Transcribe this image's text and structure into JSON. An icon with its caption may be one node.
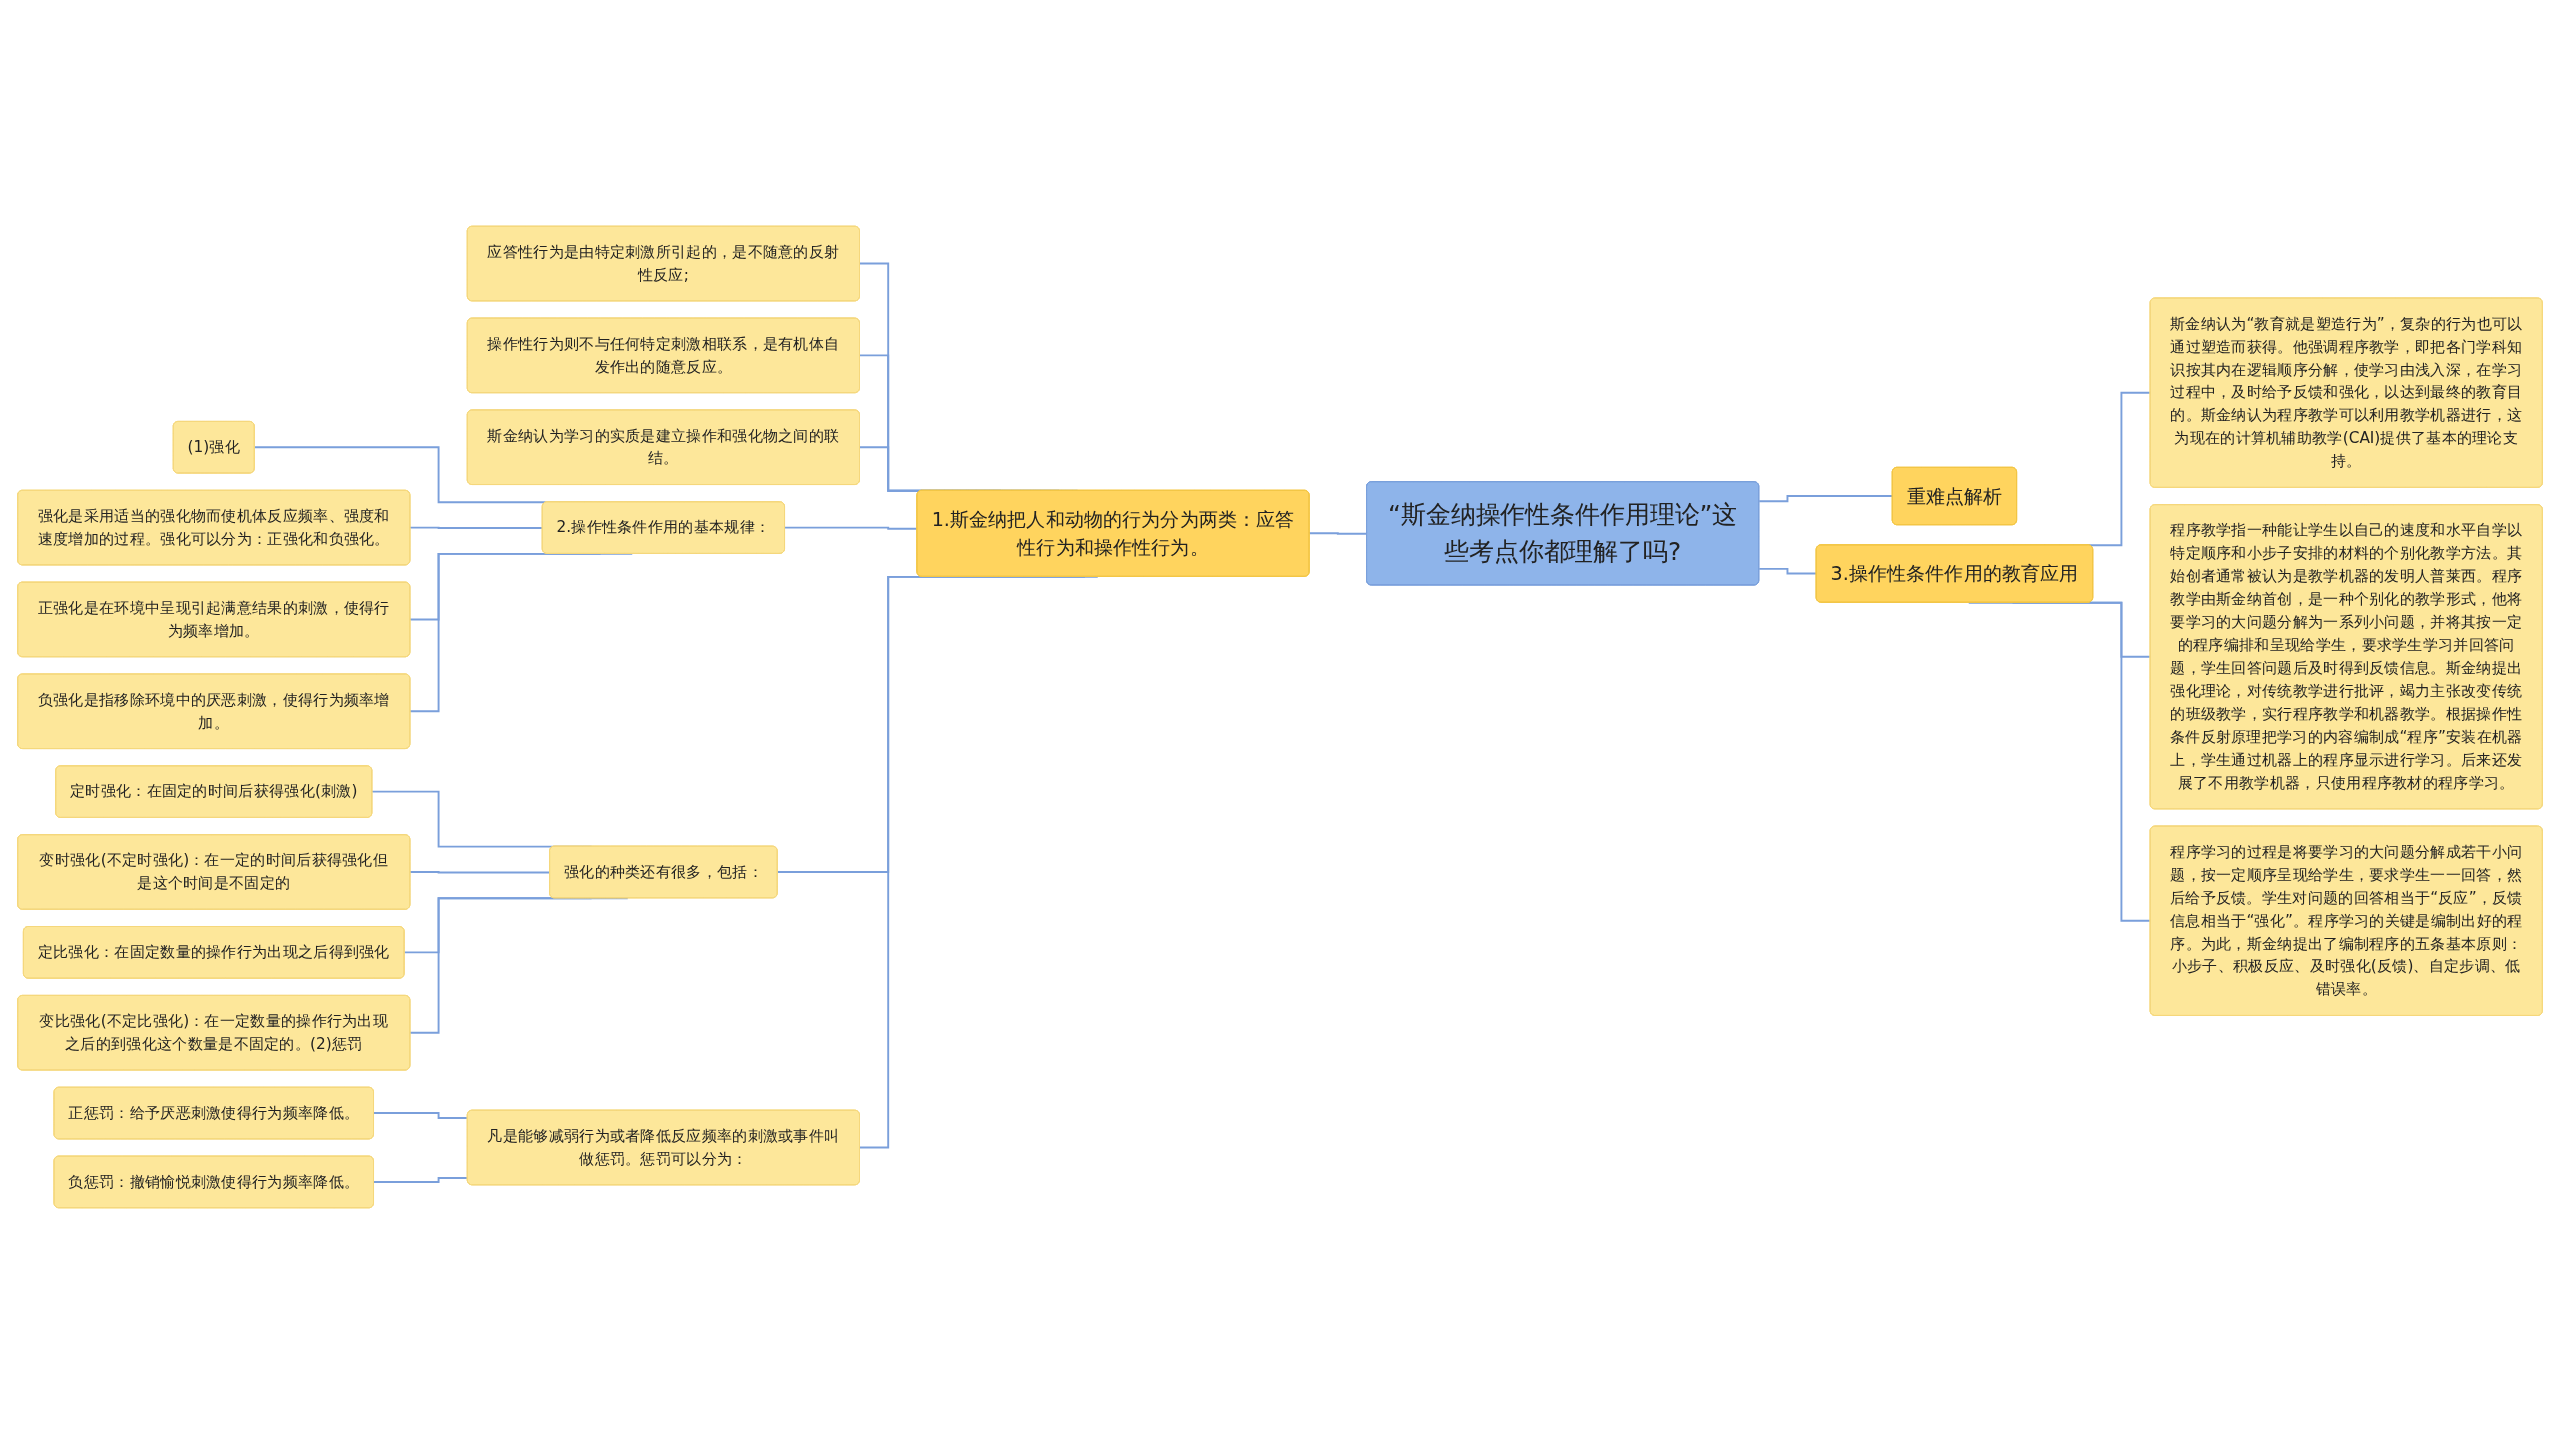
{
  "diagram": {
    "nodes": [
      {
        "text": [
          "“斯金纳操作性条件作用理论”这些考点你都理解了吗?"
        ]
      },
      {
        "text": [
          "1.斯金纳把人和动物的行为分为两类：应答性行为和操作性行为。"
        ]
      },
      {
        "text": [
          "应答性行为是由特定刺激所引起的，是不随意的反射性反应;"
        ]
      },
      {
        "text": [
          "操作性行为则不与任何特定刺激相联系，是有机体自发作出的随意反应。"
        ]
      },
      {
        "text": [
          "斯金纳认为学习的实质是建立操作和强化物之间的联结。"
        ]
      },
      {
        "text": [
          "2.操作性条件作用的基本规律："
        ]
      },
      {
        "text": [
          "(1)强化"
        ]
      },
      {
        "text": [
          "强化是采用适当的强化物而使机体反应频率、强度和速度增加的过程。强化可以分为：正强化和负强化。"
        ]
      },
      {
        "text": [
          "正强化是在环境中呈现引起满意结果的刺激，使得行为频率增加。"
        ]
      },
      {
        "text": [
          "负强化是指移除环境中的厌恶刺激，使得行为频率增加。"
        ]
      },
      {
        "text": [
          "强化的种类还有很多，包括："
        ]
      },
      {
        "text": [
          "定时强化：在固定的时间后获得强化(刺激)"
        ]
      },
      {
        "text": [
          "变时强化(不定时强化)：在一定的时间后获得强化但是这个时间是不固定的"
        ]
      },
      {
        "text": [
          "定比强化：在固定数量的操作行为出现之后得到强化"
        ]
      },
      {
        "text": [
          "变比强化(不定比强化)：在一定数量的操作行为出现之后的到强化这个数量是不固定的。(2)惩罚"
        ]
      },
      {
        "text": [
          "凡是能够减弱行为或者降低反应频率的刺激或事件叫做惩罚。惩罚可以分为："
        ]
      },
      {
        "text": [
          "正惩罚：给予厌恶刺激使得行为频率降低。"
        ]
      },
      {
        "text": [
          "负惩罚：撤销愉悦刺激使得行为频率降低。"
        ]
      },
      {
        "text": [
          "重难点解析"
        ]
      },
      {
        "text": [
          "3.操作性条件作用的教育应用"
        ]
      },
      {
        "text": [
          "斯金纳认为“教育就是塑造行为”，复杂的行为也可以通过塑造而获得。他强调程序教学，即把各门学科知识按其内在逻辑顺序分解，使学习由浅入深，在学习过程中，及时给予反馈和强化，以达到最终的教育目的。斯金纳认为程序教学可以利用教学机器进行，这为现在的计算机辅助教学(CAI)提供了基本的理论支持。"
        ]
      },
      {
        "text": [
          "程序教学指一种能让学生以自己的速度和水平自学以特定顺序和小步子安排的材料的个别化教学方法。其始创者通常被认为是教学机器的发明人普莱西。程序教学由斯金纳首创，是一种个别化的教学形式，他将要学习的大问题分解为一系列小问题，并将其按一定的程序编排和呈现给学生，要求学生学习并回答问题，学生回答问题后及时得到反馈信息。斯金纳提出强化理论，对传统教学进行批评，竭力主张改变传统的班级教学，实行程序教学和机器教学。根据操作性条件反射原理把学习的内容编制成“程序”安装在机器上，学生通过机器上的程序显示进行学习。后来还发展了不用教学机器，只使用程序教材的程序学习。"
        ]
      },
      {
        "text": [
          "程序学习的过程是将要学习的大问题分解成若干小问题，按一定顺序呈现给学生，要求学生一一回答，然后给予反馈。学生对问题的回答相当于“反应”，反馈信息相当于“强化”。程序学习的关键是编制出好的程序。为此，斯金纳提出了编制程序的五条基本原则：小步子、积极反应、及时强化(反馈)、自定步调、低错误率。"
        ]
      }
    ],
    "edges": [
      {
        "from": 1,
        "to": 0,
        "arrow": "none"
      },
      {
        "from": 2,
        "to": 1,
        "arrow": "none"
      },
      {
        "from": 3,
        "to": 1,
        "arrow": "none"
      },
      {
        "from": 4,
        "to": 1,
        "arrow": "none"
      },
      {
        "from": 5,
        "to": 1,
        "arrow": "none"
      },
      {
        "from": 6,
        "to": 5,
        "arrow": "none"
      },
      {
        "from": 7,
        "to": 5,
        "arrow": "none"
      },
      {
        "from": 8,
        "to": 5,
        "arrow": "none"
      },
      {
        "from": 9,
        "to": 5,
        "arrow": "none"
      },
      {
        "from": 10,
        "to": 1,
        "arrow": "none"
      },
      {
        "from": 11,
        "to": 10,
        "arrow": "none"
      },
      {
        "from": 12,
        "to": 10,
        "arrow": "none"
      },
      {
        "from": 13,
        "to": 10,
        "arrow": "none"
      },
      {
        "from": 14,
        "to": 10,
        "arrow": "none"
      },
      {
        "from": 15,
        "to": 1,
        "arrow": "none"
      },
      {
        "from": 16,
        "to": 15,
        "arrow": "none"
      },
      {
        "from": 17,
        "to": 15,
        "arrow": "none"
      },
      {
        "from": 0,
        "to": 18,
        "arrow": "none"
      },
      {
        "from": 0,
        "to": 19,
        "arrow": "none"
      },
      {
        "from": 19,
        "to": 20,
        "arrow": "none"
      },
      {
        "from": 19,
        "to": 21,
        "arrow": "none"
      },
      {
        "from": 19,
        "to": 22,
        "arrow": "none"
      }
    ]
  }
}
